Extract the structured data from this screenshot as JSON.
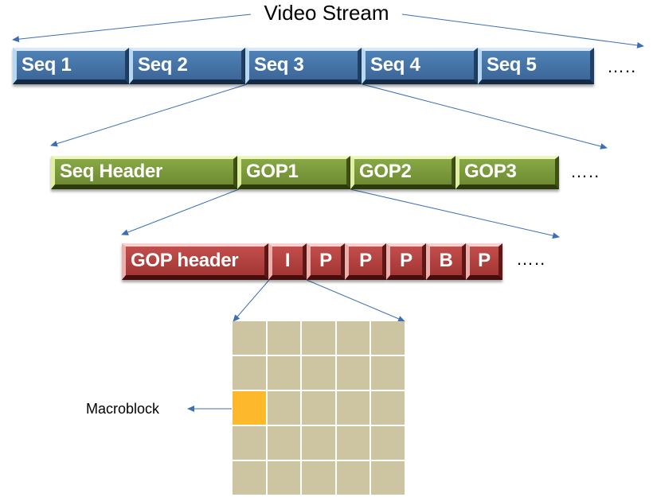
{
  "title": "Video Stream",
  "sequences": [
    "Seq 1",
    "Seq 2",
    "Seq 3",
    "Seq 4",
    "Seq 5"
  ],
  "sequence_level": {
    "items": [
      "Seq Header",
      "GOP1",
      "GOP2",
      "GOP3"
    ]
  },
  "gop_level": {
    "items": [
      "GOP header",
      "I",
      "P",
      "P",
      "P",
      "B",
      "P"
    ]
  },
  "ellipsis": "…..",
  "macroblock_label": "Macroblock",
  "macroblock_grid": {
    "rows": 5,
    "cols": 5,
    "highlight_row": 2,
    "highlight_col": 0
  },
  "colors": {
    "sequence_blue": "#3f6b9e",
    "gop_green": "#7a9a3c",
    "frame_red": "#b1413f",
    "macroblock": "#cdc4a2",
    "macroblock_highlight": "#fdb92b",
    "arrow": "#3d6fb4"
  }
}
